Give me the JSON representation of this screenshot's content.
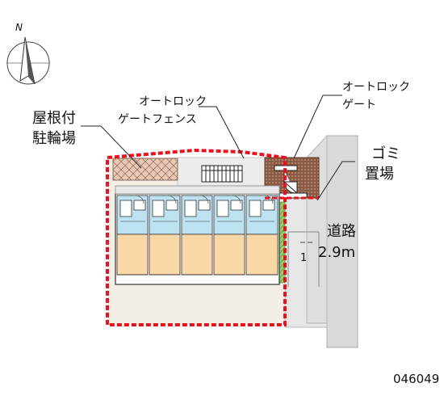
{
  "compass": {
    "north_label": "N"
  },
  "labels": {
    "bicycle_parking": [
      "屋根付",
      "駐輪場"
    ],
    "autolock_fence": [
      "オートロック",
      "ゲートフェンス"
    ],
    "autolock_gate": [
      "オートロック",
      "ゲート"
    ],
    "garbage": [
      "ゴミ",
      "置場"
    ],
    "road": [
      "道路",
      "2.9m"
    ],
    "parking_number": "1"
  },
  "property_code": "046049",
  "colors": {
    "boundary": "#e8121c",
    "site": "#f4efe6",
    "pavement": "#e8e8e8",
    "road": "#d9d9d9",
    "unit_main": "#f9d7a6",
    "unit_wet": "#bde3f2",
    "bike_roof": "#e9c9b3",
    "gate_block": "#8a5a44",
    "hedge": "#8fd16a"
  },
  "unit_count": 5
}
